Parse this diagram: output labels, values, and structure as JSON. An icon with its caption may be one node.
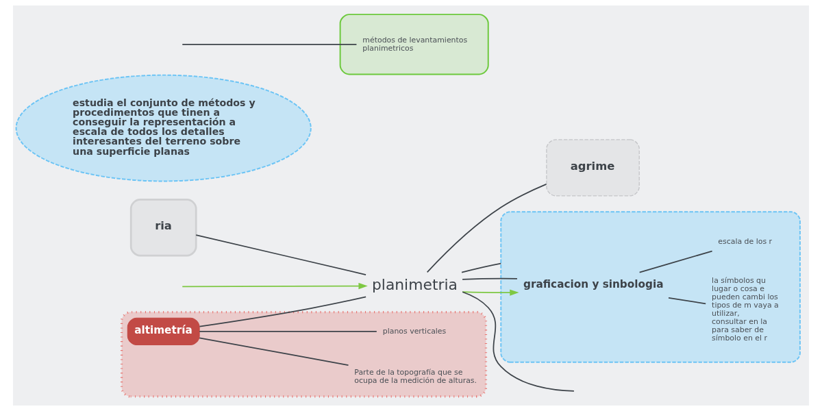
{
  "diagram": {
    "nodes": [
      {
        "text": [
          "ria"
        ]
      },
      {
        "text": [],
        "shape": "box"
      },
      {
        "text": [
          "Parte de la topografía que se ocupa de la medición de alturas."
        ],
        "in": 1
      },
      {
        "text": [
          "altimetría"
        ],
        "in": 1
      },
      {
        "text": [
          "planos verticales"
        ],
        "in": 1
      },
      {
        "text": [
          "planimetria"
        ]
      },
      {
        "text": [
          "agrime"
        ]
      },
      {
        "text": [
          "estudia el conjunto de métodos y procedimentos que tinen a conseguir la representación a escala de todos los detalles interesantes del terreno sobre una superficie planas"
        ]
      },
      {
        "text": [],
        "shape": "cloud"
      },
      {
        "text": [
          "graficacion y sinbologia"
        ],
        "in": 8
      },
      {
        "text": [
          "la símbolos qu lugar o cosa e pueden cambi los tipos de m vaya a utilizar, consultar en la para saber de símbolo en el r"
        ],
        "in": 8
      },
      {
        "text": [
          "escala de los r"
        ],
        "in": 8
      },
      {
        "text": [],
        "shape": "cloud"
      },
      {
        "text": [
          "métodos de levantamientos planimetricos"
        ],
        "in": 12
      }
    ],
    "edges": [
      {
        "from": 0,
        "to": 5,
        "arrow": "none"
      },
      {
        "from": 3,
        "to": 5,
        "arrow": "none"
      },
      {
        "from": 3,
        "to": 2,
        "arrow": "none"
      },
      {
        "from": 3,
        "to": 4,
        "arrow": "none"
      },
      {
        "from": 5,
        "to": 6,
        "arrow": "none"
      },
      {
        "from": null,
        "to": 5,
        "arrow": "to",
        "color": "#7ec843"
      },
      {
        "from": 5,
        "to": 9,
        "arrow": "to",
        "color": "#7ec843"
      },
      {
        "from": 5,
        "to": null,
        "arrow": "none"
      },
      {
        "from": 5,
        "to": 9,
        "arrow": "none"
      },
      {
        "from": 5,
        "to": 8,
        "arrow": "none"
      },
      {
        "from": 9,
        "to": 10,
        "arrow": "none"
      },
      {
        "from": 9,
        "to": 11,
        "arrow": "none"
      },
      {
        "from": null,
        "to": 13,
        "arrow": "none"
      }
    ]
  }
}
